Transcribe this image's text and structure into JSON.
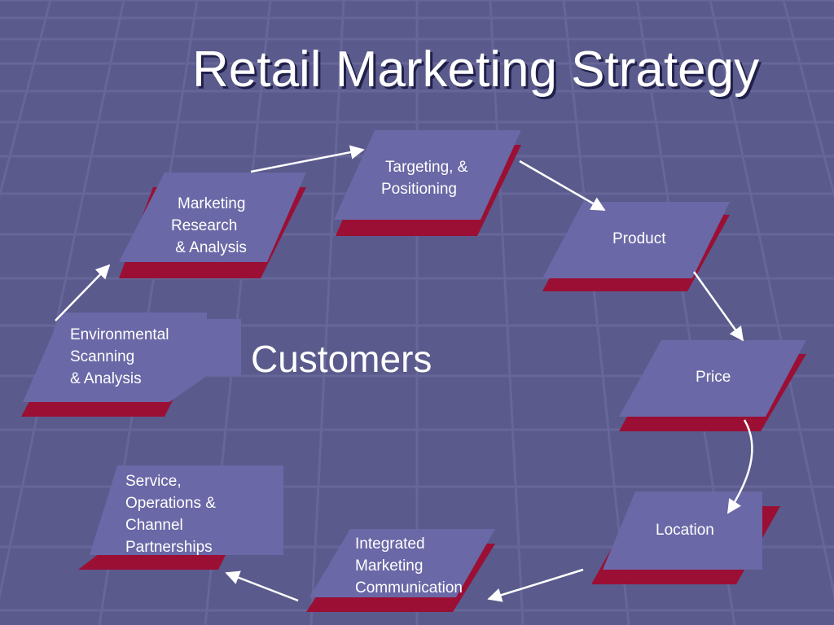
{
  "slide": {
    "title": "Retail Marketing Strategy",
    "center_label": "Customers",
    "colors": {
      "background": "#5a5a8c",
      "panel": "#6a68a6",
      "panel_shadow": "#9b0f34",
      "arrow": "#ffffff",
      "text": "#ffffff"
    }
  },
  "steps": [
    {
      "lines": [
        "Marketing",
        "Research",
        " & Analysis"
      ]
    },
    {
      "lines": [
        "Targeting, &",
        "Positioning"
      ]
    },
    {
      "lines": [
        "Product"
      ]
    },
    {
      "lines": [
        "Price"
      ]
    },
    {
      "lines": [
        "Location"
      ]
    },
    {
      "lines": [
        "Integrated",
        "Marketing",
        "Communication"
      ]
    },
    {
      "lines": [
        "Service,",
        "Operations &",
        "Channel",
        "Partnerships"
      ]
    },
    {
      "lines": [
        "Environmental",
        "Scanning",
        "& Analysis"
      ]
    }
  ]
}
